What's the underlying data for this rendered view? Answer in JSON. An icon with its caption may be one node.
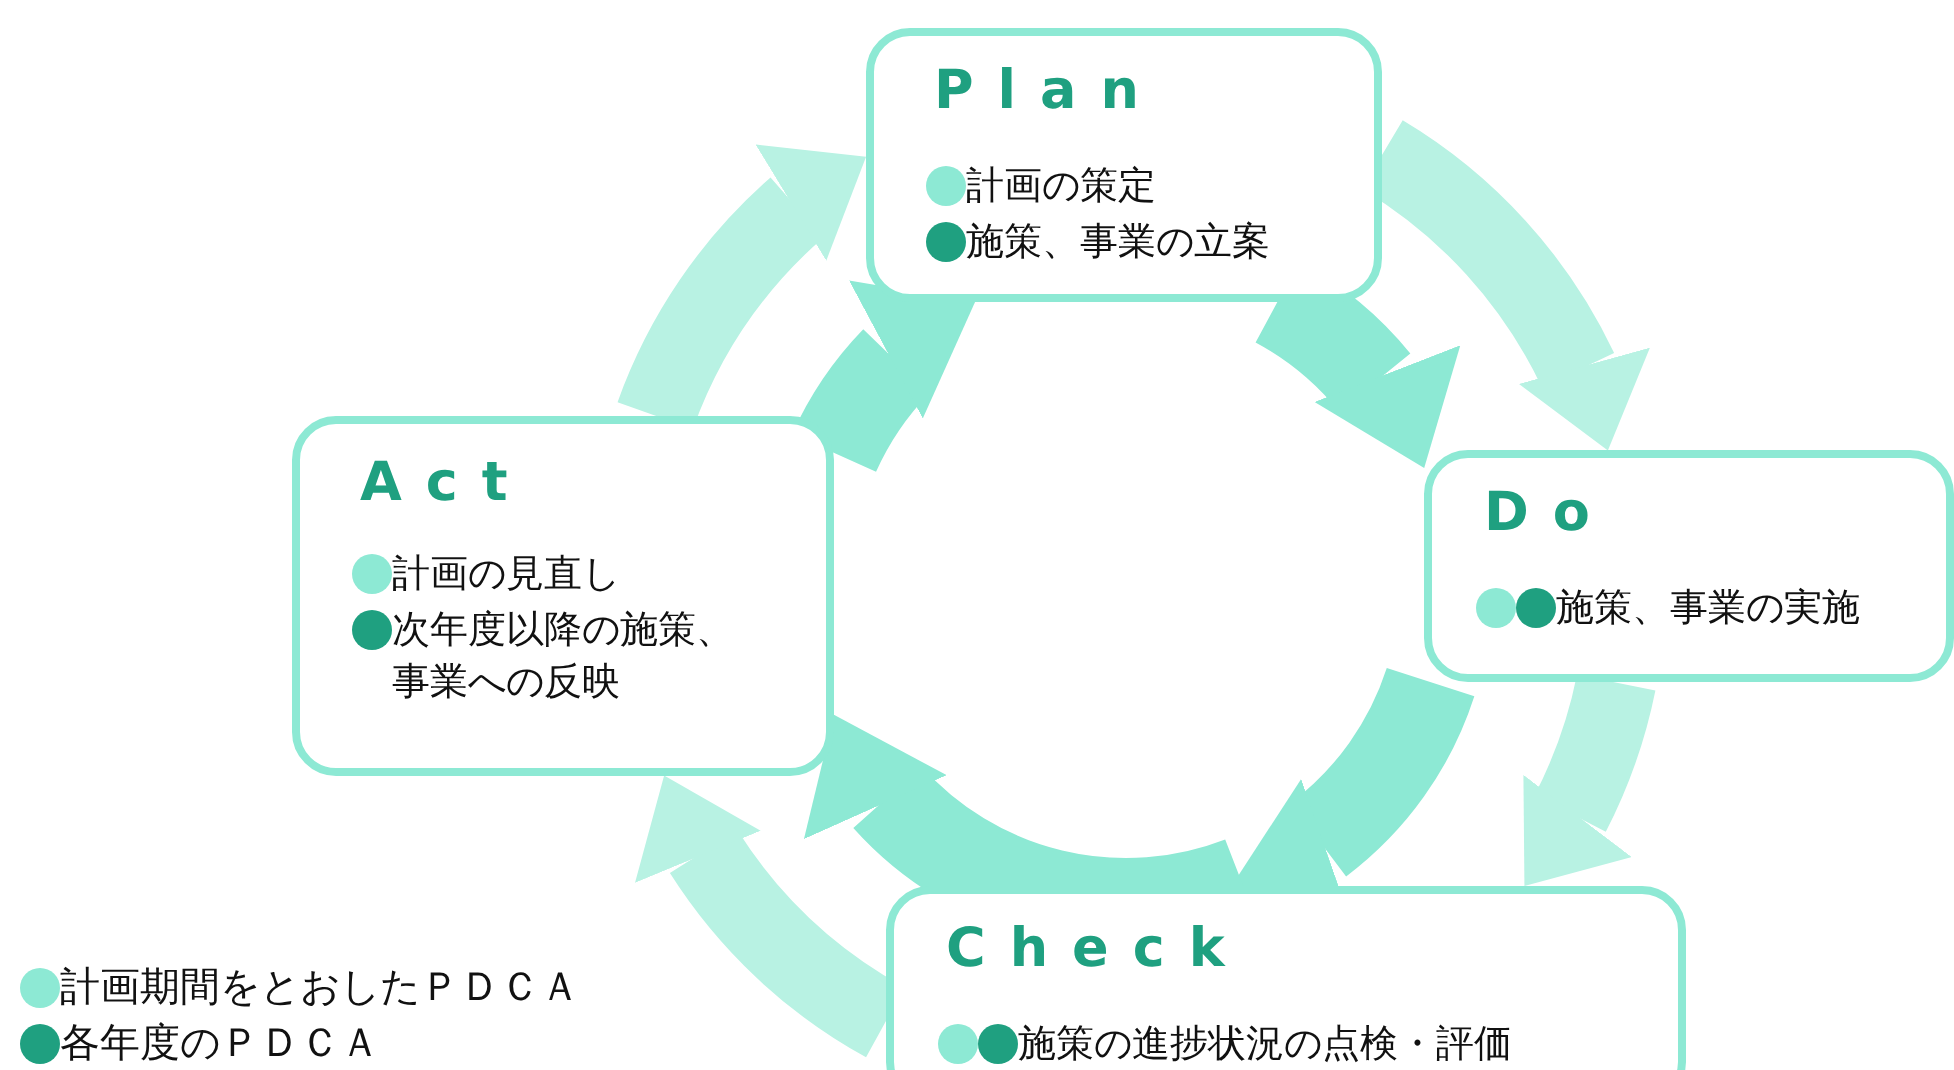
{
  "diagram": {
    "nodes": [
      {
        "text": [
          "Plan",
          "計画の策定",
          "施策、事業の立案"
        ]
      },
      {
        "text": [
          "Do",
          "施策、事業の実施"
        ]
      },
      {
        "text": [
          "Check",
          "施策の進捗状況の点検・評価"
        ]
      },
      {
        "text": [
          "Act",
          "計画の見直し",
          "次年度以降の施策、事業への反映"
        ]
      }
    ],
    "edges": [
      {
        "from": 0,
        "to": 1,
        "arrow": "to",
        "color": "#b8f2e3"
      },
      {
        "from": 1,
        "to": 2,
        "arrow": "to",
        "color": "#b8f2e3"
      },
      {
        "from": 2,
        "to": 3,
        "arrow": "to",
        "color": "#b8f2e3"
      },
      {
        "from": 3,
        "to": 0,
        "arrow": "to",
        "color": "#b8f2e3"
      },
      {
        "from": 0,
        "to": 1,
        "arrow": "to"
      },
      {
        "from": 1,
        "to": 2,
        "arrow": "to"
      },
      {
        "from": 2,
        "to": 3,
        "arrow": "to"
      },
      {
        "from": 3,
        "to": 0,
        "arrow": "to"
      }
    ],
    "legend": [
      {
        "text": "計画期間をとおしたＰＤＣＡ",
        "color": "#8de9d4"
      },
      {
        "text": "各年度のＰＤＣＡ",
        "color": "#1fa080"
      }
    ]
  }
}
